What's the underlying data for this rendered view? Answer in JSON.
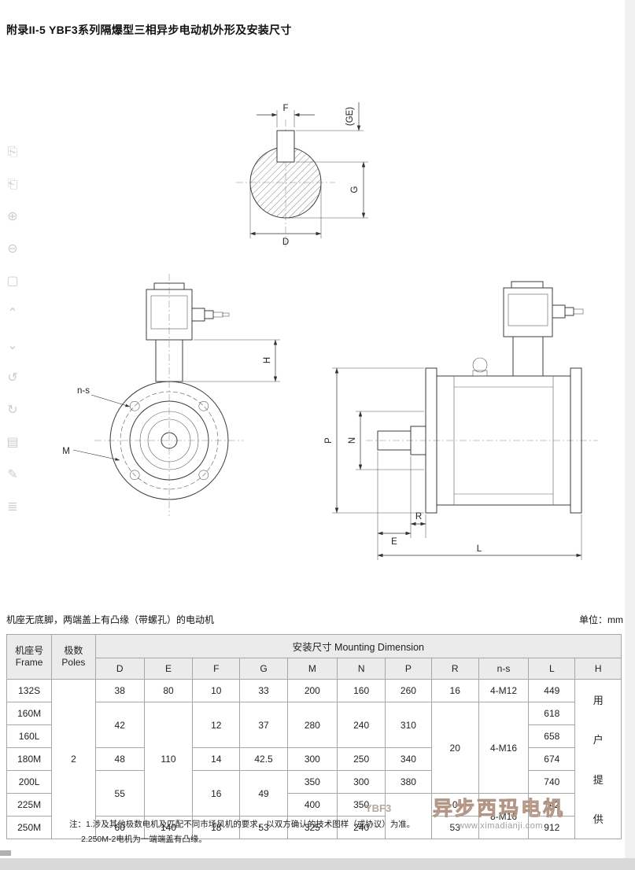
{
  "page": {
    "title": "附录II-5 YBF3系列隔爆型三相异步电动机外形及安装尺寸",
    "subtitle": "机座无底脚，两端盖上有凸缘（带螺孔）的电动机",
    "unit_label": "单位：mm"
  },
  "sidebar": {
    "icons": [
      {
        "name": "share",
        "glyph": "⎘"
      },
      {
        "name": "bookmark",
        "glyph": "⎗"
      },
      {
        "name": "zoom-in",
        "glyph": "⊕"
      },
      {
        "name": "zoom-out",
        "glyph": "⊖"
      },
      {
        "name": "fullscreen",
        "glyph": "▢"
      },
      {
        "name": "scroll-up",
        "glyph": "⌃"
      },
      {
        "name": "scroll-down",
        "glyph": "⌄"
      },
      {
        "name": "rotate-left",
        "glyph": "↺"
      },
      {
        "name": "rotate-right",
        "glyph": "↻"
      },
      {
        "name": "page",
        "glyph": "▤"
      },
      {
        "name": "edit",
        "glyph": "✎"
      },
      {
        "name": "list",
        "glyph": "≣"
      }
    ]
  },
  "drawings": {
    "dims": {
      "f": "F",
      "ge": "(GE)",
      "g": "G",
      "d": "D",
      "h": "H",
      "ns": "n-s",
      "m": "M",
      "p": "P",
      "n": "N",
      "e": "E",
      "r": "R",
      "l": "L"
    }
  },
  "table": {
    "header": {
      "frame_cn": "机座号",
      "frame_en": "Frame",
      "poles_cn": "极数",
      "poles_en": "Poles",
      "mounting": "安装尺寸 Mounting Dimension",
      "cols": [
        "D",
        "E",
        "F",
        "G",
        "M",
        "N",
        "P",
        "R",
        "n-s",
        "L",
        "H"
      ]
    },
    "poles_value": "2",
    "h_chars": [
      "用",
      "户",
      "提",
      "供"
    ],
    "rows": [
      {
        "frame": "132S",
        "D": "38",
        "E": "80",
        "F": "10",
        "G": "33",
        "M": "200",
        "N": "160",
        "P": "260",
        "R": "16",
        "ns": "4-M12",
        "L": "449"
      },
      {
        "frame": "160M",
        "D": "42",
        "E": "110",
        "F": "12",
        "G": "37",
        "M": "280",
        "N": "240",
        "P": "310",
        "R": "20",
        "ns": "4-M16",
        "L": "618"
      },
      {
        "frame": "160L",
        "L": "658"
      },
      {
        "frame": "180M",
        "D": "48",
        "F": "14",
        "G": "42.5",
        "M": "300",
        "N": "250",
        "P": "340",
        "L": "674"
      },
      {
        "frame": "200L",
        "D": "55",
        "F": "16",
        "G": "49",
        "M": "350",
        "N": "300",
        "P": "380",
        "L": "740"
      },
      {
        "frame": "225M",
        "M": "400",
        "N": "350",
        "P": "",
        "R": "0",
        "ns": "8-M16",
        "L": "742"
      },
      {
        "frame": "250M",
        "D": "60",
        "E": "140",
        "F": "18",
        "G": "53",
        "M": "325",
        "N": "240",
        "R": "53",
        "L": "912"
      }
    ]
  },
  "notes": {
    "line1": "注：1.涉及其他极数电机及匹配不同市场风机的要求，以双方确认的技术图样（或协议）为准。",
    "line2": "2.250M-2电机为一端端盖有凸缘。"
  },
  "watermark": {
    "model": "YBF3",
    "brand": "异步西玛电机",
    "url": "www.ximadianji.com"
  }
}
